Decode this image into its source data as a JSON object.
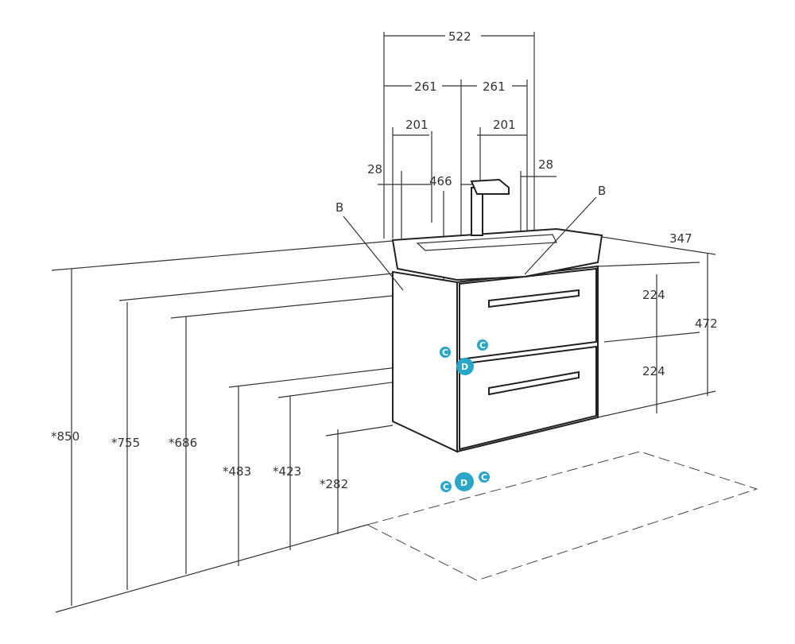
{
  "drawing": {
    "top_dims": {
      "total_width": "522",
      "half_left": "261",
      "half_right": "261",
      "offset_left": "201",
      "offset_right": "201",
      "edge_left": "28",
      "inner_width": "466",
      "edge_right": "28"
    },
    "left_dims": {
      "h850": "*850",
      "h755": "*755",
      "h686": "*686",
      "h483": "*483",
      "h423": "*423",
      "h282": "*282"
    },
    "right_dims": {
      "depth": "347",
      "drawer_top": "224",
      "drawer_bottom": "224",
      "cabinet_height": "472"
    },
    "callouts": {
      "left_b": "B",
      "right_b": "B"
    },
    "markers": {
      "c": "C",
      "d": "D"
    },
    "marker_color": "#2aa6c9"
  }
}
